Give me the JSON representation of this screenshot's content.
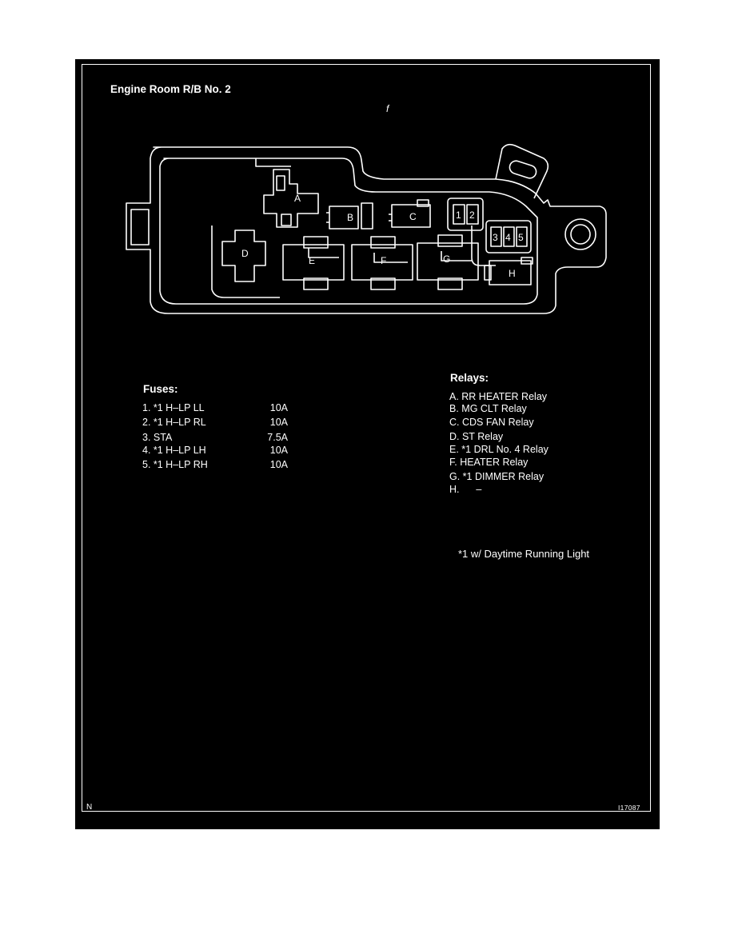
{
  "title": "Engine Room R/B No. 2",
  "stray_mark": "f",
  "fuses": {
    "heading": "Fuses:",
    "items": [
      {
        "name": "1. *1 H–LP LL",
        "amperage": "10A"
      },
      {
        "name": "2. *1 H–LP RL",
        "amperage": "10A"
      },
      {
        "name": "3. STA",
        "amperage": "7.5A"
      },
      {
        "name": "4. *1 H–LP LH",
        "amperage": "10A"
      },
      {
        "name": "5. *1 H–LP RH",
        "amperage": "10A"
      }
    ]
  },
  "relays": {
    "heading": "Relays:",
    "items": [
      "A. RR HEATER Relay",
      "B. MG CLT Relay",
      "C. CDS FAN Relay",
      "D. ST Relay",
      "E. *1 DRL No. 4 Relay",
      "F. HEATER Relay",
      "G. *1 DIMMER Relay",
      "H.      –"
    ]
  },
  "footnote": "*1 w/ Daytime Running Light",
  "corner_mark": "N",
  "figure_id": "I17087",
  "diagram_labels": {
    "relay_a": "A",
    "relay_b": "B",
    "relay_c": "C",
    "relay_d": "D",
    "relay_e": "E",
    "relay_f": "F",
    "relay_g": "G",
    "relay_h": "H",
    "fuse_1": "1",
    "fuse_2": "2",
    "fuse_3": "3",
    "fuse_4": "4",
    "fuse_5": "5"
  },
  "colors": {
    "background": "#000000",
    "line": "#ffffff",
    "page": "#ffffff"
  }
}
